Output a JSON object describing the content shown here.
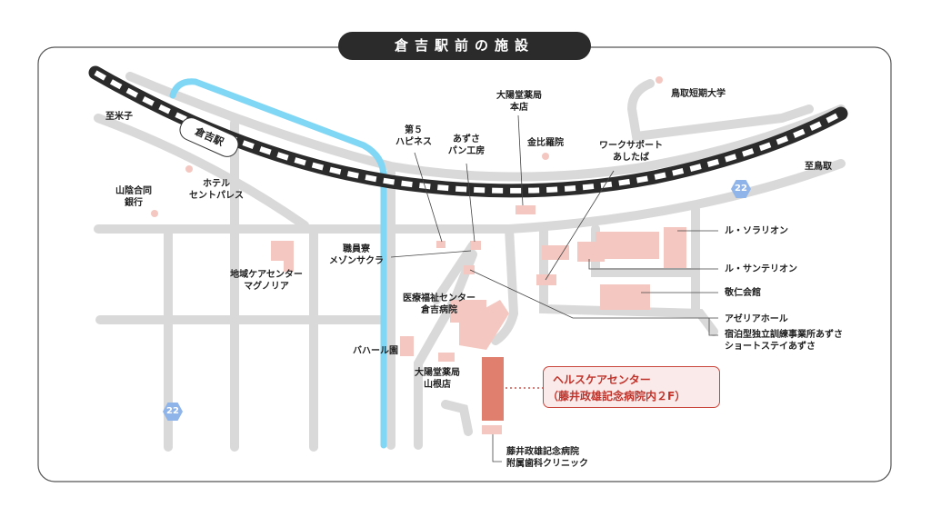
{
  "title": "倉吉駅前の施設",
  "station": "倉吉駅",
  "route_number": "22",
  "colors": {
    "rail": "#2b2b2b",
    "road": "#d9d9d9",
    "river": "#7fd6f5",
    "building": "#f4c7c0",
    "highlight": "#e07f6e",
    "accent": "#c0332b",
    "badge": "#8fb4ea"
  },
  "directions": {
    "west": "至米子",
    "east": "至鳥取"
  },
  "places": {
    "bank": [
      "山陰合同",
      "銀行"
    ],
    "hotel": [
      "ホテル",
      "セントパレス"
    ],
    "happiness": [
      "第５",
      "ハピネス"
    ],
    "bakery": [
      "あずさ",
      "パン工房"
    ],
    "pharmacy_main": [
      "大陽堂薬局",
      "本店"
    ],
    "konpira": "金比羅院",
    "work_support": [
      "ワークサポート",
      "あしたば"
    ],
    "college": "鳥取短期大学",
    "dorm": [
      "職員寮",
      "メゾンサクラ"
    ],
    "care_center": [
      "地域ケアセンター",
      "マグノリア"
    ],
    "hospital": [
      "医療福祉センター",
      "倉吉病院"
    ],
    "baharu": "バハール園",
    "pharmacy_yamane": [
      "大陽堂薬局",
      "山根店"
    ],
    "dental": [
      "藤井政雄記念病院",
      "附属歯科クリニック"
    ],
    "solarion": "ル・ソラリオン",
    "santerion": "ル・サンテリオン",
    "keijin": "敬仁会館",
    "azalea": "アゼリアホール",
    "azusa": [
      "宿泊型独立訓練事業所あずさ",
      "ショートステイあずさ"
    ]
  },
  "highlight": {
    "name": "ヘルスケアセンター",
    "sub": "（藤井政雄記念病院内２F）"
  }
}
